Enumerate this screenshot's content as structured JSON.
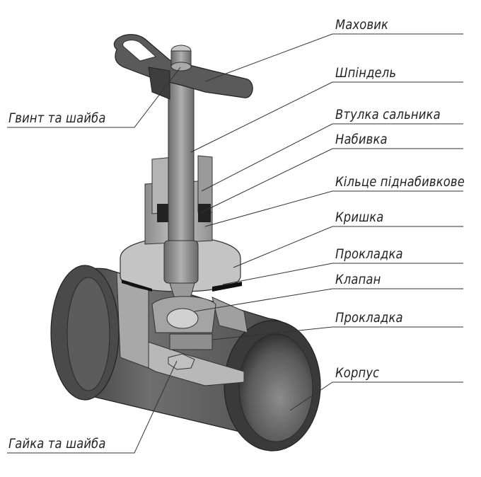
{
  "labels": {
    "handwheel": "Маховик",
    "spindle": "Шпіндель",
    "gland_bushing": "Втулка сальника",
    "packing": "Набивка",
    "packing_ring": "Кільце піднабивкове",
    "bonnet": "Кришка",
    "gasket_upper": "Прокладка",
    "valve_disc": "Клапан",
    "gasket_lower": "Прокладка",
    "body": "Корпус",
    "screw_washer": "Гвинт та шайба",
    "nut_washer": "Гайка та шайба"
  }
}
